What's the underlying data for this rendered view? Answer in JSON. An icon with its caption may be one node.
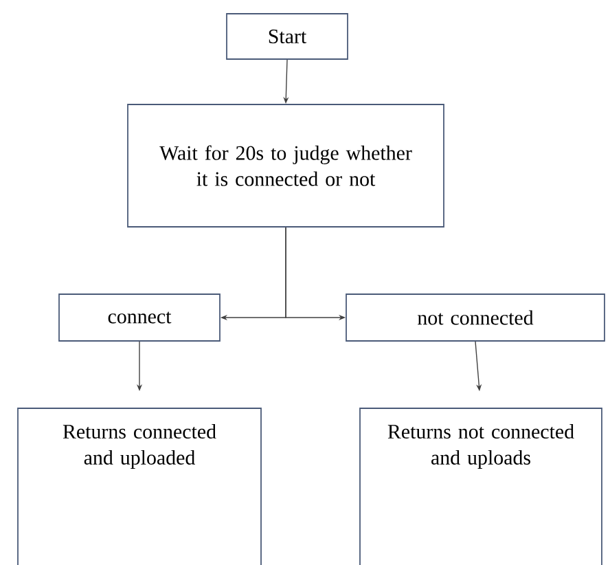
{
  "diagram": {
    "nodes": [
      {
        "text": [
          "Start"
        ]
      },
      {
        "text": [
          "Wait for 20s to judge whether it is connected or not"
        ]
      },
      {
        "text": [
          "connect"
        ]
      },
      {
        "text": [
          "not connected"
        ]
      },
      {
        "text": [
          "Returns connected and uploaded"
        ]
      },
      {
        "text": [
          "Returns not connected and uploads"
        ]
      }
    ],
    "edges": [
      {
        "from": 0,
        "to": 1,
        "arrow": "to"
      },
      {
        "from": 1,
        "to": 2,
        "arrow": "to"
      },
      {
        "from": 1,
        "to": 3,
        "arrow": "to"
      },
      {
        "from": 2,
        "to": 4,
        "arrow": "to"
      },
      {
        "from": 3,
        "to": 5,
        "arrow": "to"
      }
    ]
  }
}
